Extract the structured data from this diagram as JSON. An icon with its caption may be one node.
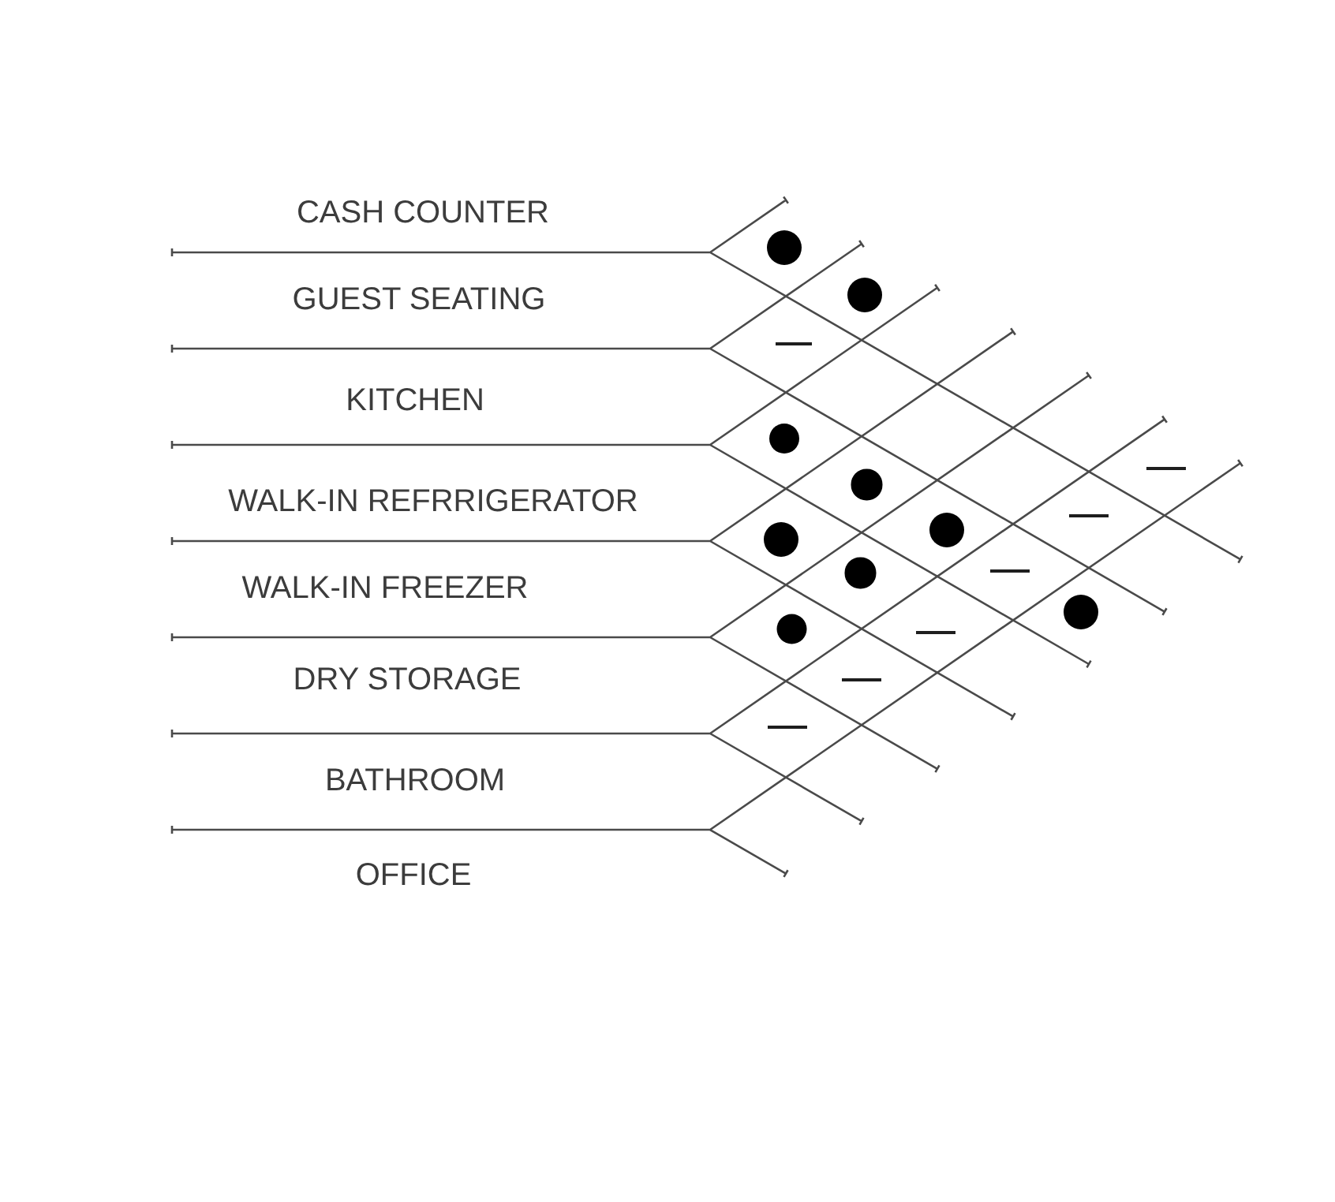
{
  "diagram": {
    "nodes": [
      {
        "text": [],
        "shape": "circle"
      },
      {
        "text": [],
        "shape": "circle"
      },
      {
        "text": [],
        "shape": "bar"
      },
      {
        "text": [],
        "shape": "circle"
      },
      {
        "text": [],
        "shape": "bar"
      },
      {
        "text": [],
        "shape": "circle"
      },
      {
        "text": [],
        "shape": "bar"
      },
      {
        "text": [],
        "shape": "circle"
      },
      {
        "text": [],
        "shape": "circle"
      },
      {
        "text": [],
        "shape": "bar"
      },
      {
        "text": [],
        "shape": "circle"
      },
      {
        "text": [],
        "shape": "circle"
      },
      {
        "text": [],
        "shape": "circle"
      },
      {
        "text": [],
        "shape": "bar"
      },
      {
        "text": [],
        "shape": "bar"
      },
      {
        "text": [],
        "shape": "bar"
      }
    ],
    "labels": [
      "CASH COUNTER",
      "GUEST SEATING",
      "KITCHEN",
      "WALK-IN REFRRIGERATOR",
      "WALK-IN FREEZER",
      "DRY STORAGE",
      "BATHROOM",
      "OFFICE"
    ]
  }
}
